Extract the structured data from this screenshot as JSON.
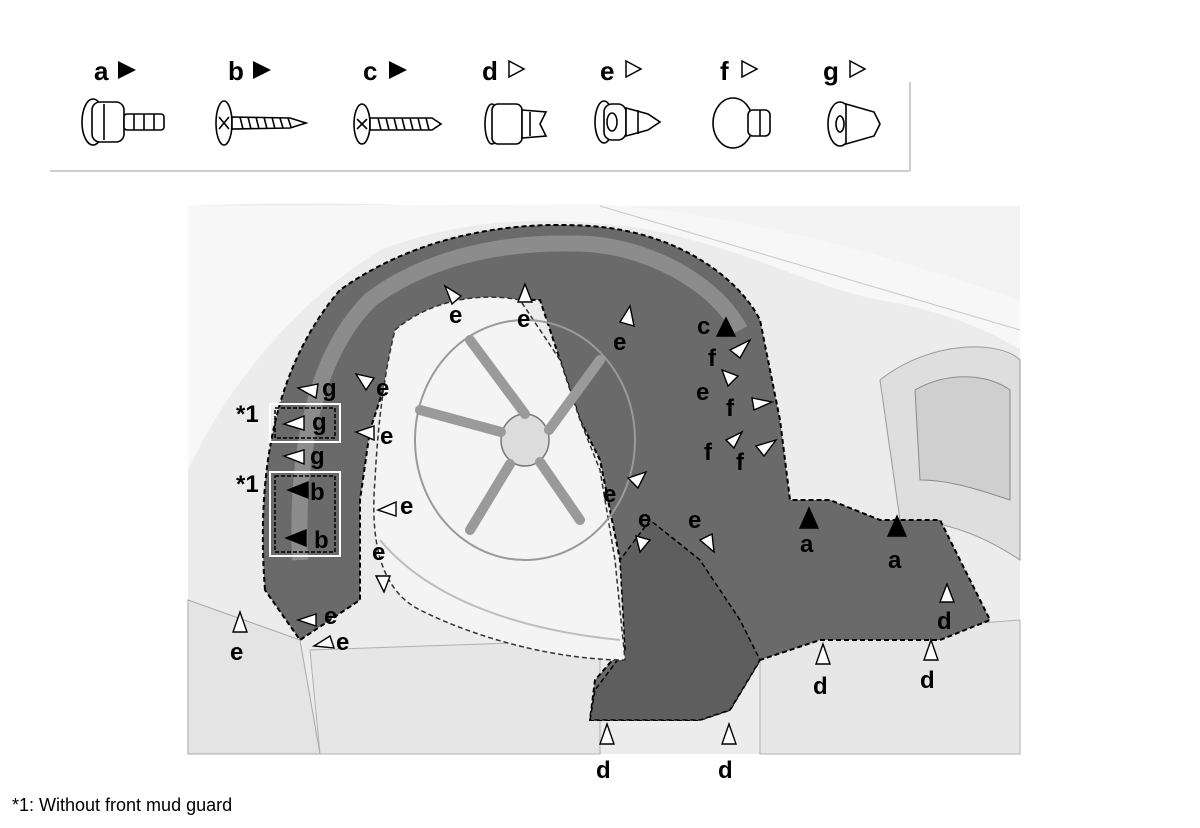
{
  "legend": {
    "items": [
      {
        "letter": "a",
        "marker": "filled"
      },
      {
        "letter": "b",
        "marker": "filled"
      },
      {
        "letter": "c",
        "marker": "filled"
      },
      {
        "letter": "d",
        "marker": "outline"
      },
      {
        "letter": "e",
        "marker": "outline"
      },
      {
        "letter": "f",
        "marker": "outline"
      },
      {
        "letter": "g",
        "marker": "outline"
      }
    ]
  },
  "callouts": {
    "e": "e",
    "f": "f",
    "g": "g",
    "a": "a",
    "b": "b",
    "c": "c",
    "d": "d",
    "note_marker": "*1"
  },
  "footnote": "*1: Without front mud guard",
  "colors": {
    "liner_dark": "#5a5a5a",
    "liner_mid": "#7a7a7a",
    "body_light": "#e9e9e9",
    "outline": "#000000",
    "legend_border": "#bdbdbd"
  }
}
